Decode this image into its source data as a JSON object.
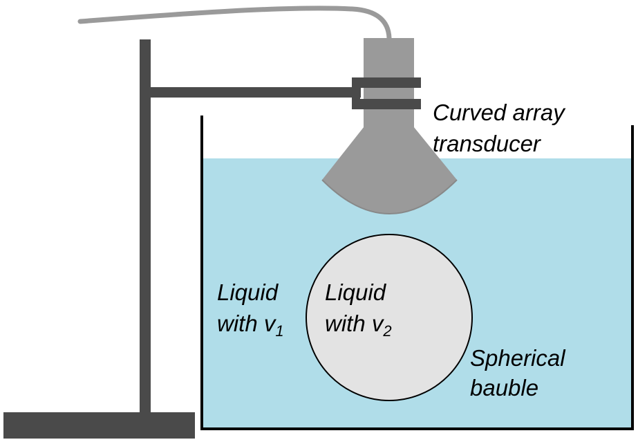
{
  "labels": {
    "transducer_line1": "Curved array",
    "transducer_line2": "transducer",
    "outer_liquid_line1": "Liquid",
    "outer_liquid_line2": "with v",
    "outer_liquid_sub": "1",
    "inner_liquid_line1": "Liquid",
    "inner_liquid_line2": "with v",
    "inner_liquid_sub": "2",
    "bauble_line1": "Spherical",
    "bauble_line2": "bauble"
  },
  "colors": {
    "stand": "#4a4a4a",
    "transducer_body": "#9a9a9a",
    "cable": "#9a9a9a",
    "water": "#b0dde9",
    "bauble_fill": "#e3e3e3",
    "tank_outline": "#000000",
    "text": "#000000"
  }
}
